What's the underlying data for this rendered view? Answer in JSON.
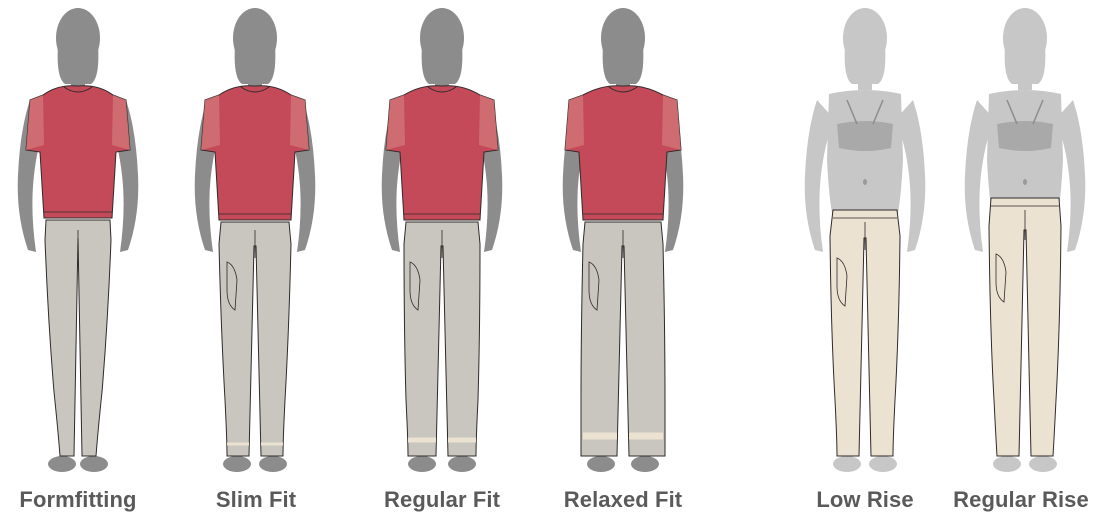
{
  "colors": {
    "body_dark": "#8c8c8d",
    "body_light": "#c7c7c8",
    "shirt": "#c44a5a",
    "shirt_trim": "#d37a7a",
    "pants_gray": "#c9c5bf",
    "pants_cream": "#ece2d2",
    "outline": "#2f2a2a"
  },
  "figures": [
    {
      "label": "Formfitting",
      "figure_icon": "woman-formfitting-outfit-icon"
    },
    {
      "label": "Slim Fit",
      "figure_icon": "woman-slim-fit-outfit-icon"
    },
    {
      "label": "Regular Fit",
      "figure_icon": "woman-regular-fit-outfit-icon"
    },
    {
      "label": "Relaxed Fit",
      "figure_icon": "woman-relaxed-fit-outfit-icon"
    },
    {
      "label": "Low Rise",
      "figure_icon": "woman-low-rise-pants-icon"
    },
    {
      "label": "Regular Rise",
      "figure_icon": "woman-regular-rise-pants-icon"
    }
  ]
}
